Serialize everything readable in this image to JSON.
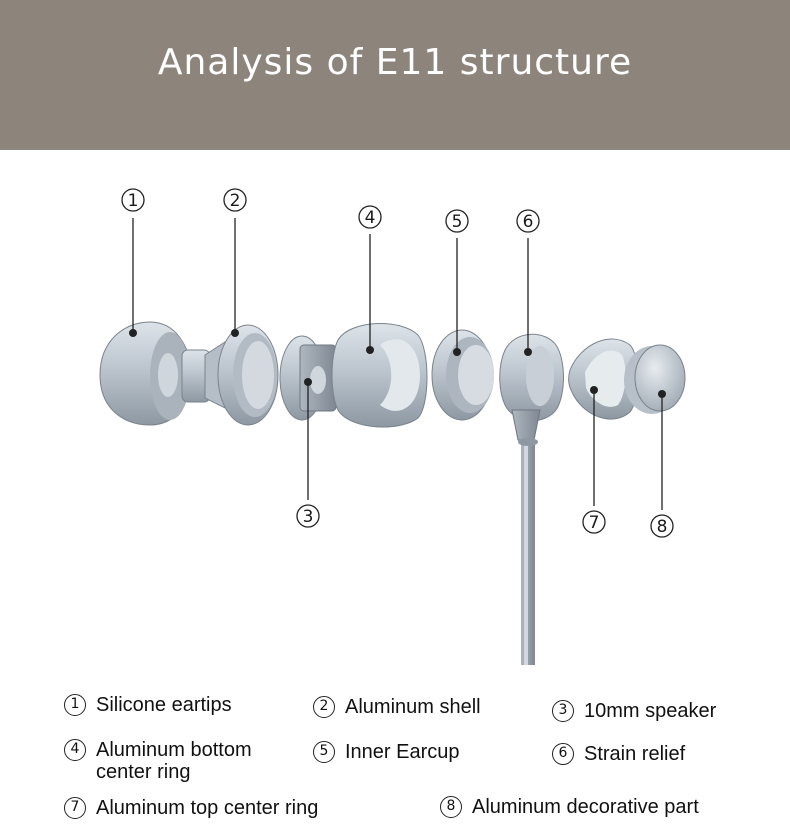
{
  "banner": {
    "title": "Analysis of E11 structure"
  },
  "callouts": [
    {
      "num": "1",
      "part": "silicone-eartips"
    },
    {
      "num": "2",
      "part": "aluminum-shell"
    },
    {
      "num": "3",
      "part": "10mm-speaker"
    },
    {
      "num": "4",
      "part": "aluminum-bottom-center-ring"
    },
    {
      "num": "5",
      "part": "inner-earcup"
    },
    {
      "num": "6",
      "part": "strain-relief"
    },
    {
      "num": "7",
      "part": "aluminum-top-center-ring"
    },
    {
      "num": "8",
      "part": "aluminum-decorative-part"
    }
  ],
  "legend": [
    {
      "num": "1",
      "label": "Silicone eartips"
    },
    {
      "num": "2",
      "label": "Aluminum shell"
    },
    {
      "num": "3",
      "label": "10mm speaker"
    },
    {
      "num": "4",
      "label": "Aluminum bottom center ring"
    },
    {
      "num": "5",
      "label": "Inner Earcup"
    },
    {
      "num": "6",
      "label": "Strain relief"
    },
    {
      "num": "7",
      "label": "Aluminum top center ring"
    },
    {
      "num": "8",
      "label": "Aluminum decorative part"
    }
  ],
  "colors": {
    "banner": "#8d857c",
    "part_light": "#c9d0d8",
    "part_mid": "#9aa4ae",
    "part_dark": "#6f7882"
  }
}
